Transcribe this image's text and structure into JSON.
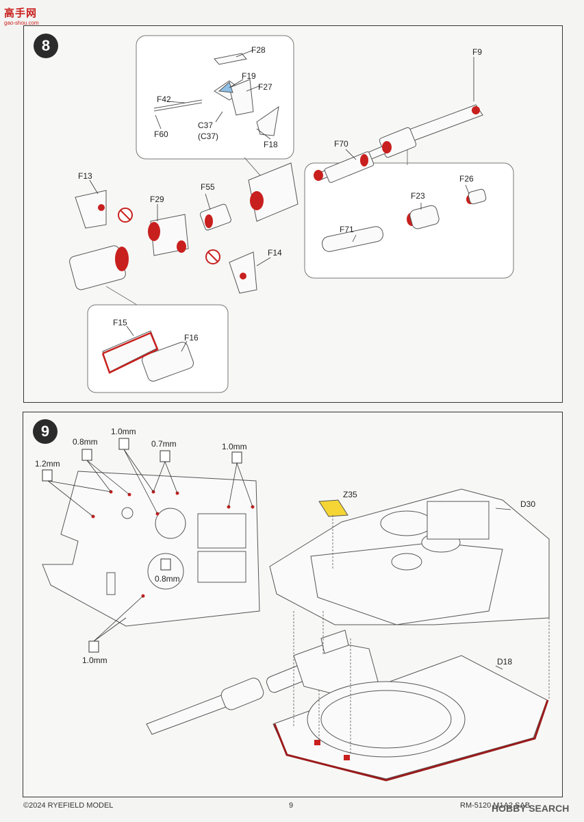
{
  "watermark": {
    "chars": "高手网",
    "url": "gao-shou.com"
  },
  "step8": {
    "number": "8",
    "labels": {
      "F28": "F28",
      "F19": "F19",
      "F27": "F27",
      "F42": "F42",
      "F60": "F60",
      "C37": "C37",
      "C37b": "(C37)",
      "F18": "F18",
      "F9": "F9",
      "F70": "F70",
      "F13": "F13",
      "F29": "F29",
      "F55": "F55",
      "F26": "F26",
      "F23": "F23",
      "F71": "F71",
      "F14": "F14",
      "F15": "F15",
      "F16": "F16"
    }
  },
  "step9": {
    "number": "9",
    "drill": {
      "d1": "1.2mm",
      "d2": "0.8mm",
      "d3": "1.0mm",
      "d4": "0.7mm",
      "d5": "1.0mm",
      "d6": "0.8mm",
      "d7": "1.0mm"
    },
    "labels": {
      "Z35": "Z35",
      "D30": "D30",
      "D18": "D18"
    }
  },
  "footer": {
    "copyright": "©2024 RYEFIELD MODEL",
    "page": "9",
    "product": "RM-5120 M1A2 SAB",
    "brand": "HOBBY SEARCH"
  }
}
